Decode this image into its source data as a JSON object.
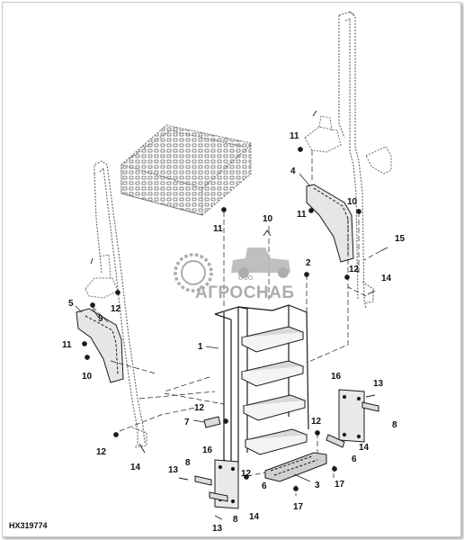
{
  "figure_id": "HX319774",
  "watermark": {
    "brand": "АГРОСНАБ",
    "prefix": "ООО"
  },
  "callouts": [
    "1",
    "2",
    "3",
    "4",
    "5",
    "6",
    "7",
    "8",
    "9",
    "10",
    "11",
    "12",
    "13",
    "14",
    "15",
    "16",
    "17"
  ],
  "colors": {
    "line": "#1a1a1a",
    "phantom": "#6f6f6f",
    "watermark": "#9e9e9e"
  }
}
